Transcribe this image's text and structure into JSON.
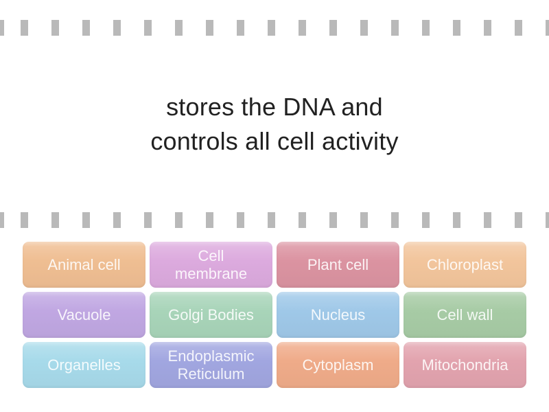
{
  "question": {
    "full_text": "stores the DNA and controls all cell activity",
    "line1": "stores the DNA and",
    "line2": "controls all cell activity",
    "text_color": "#212121"
  },
  "film_strip": {
    "hole_color": "#b9b9b9"
  },
  "answers": {
    "tiles": [
      {
        "label": "Animal cell",
        "lines": [
          "Animal cell"
        ],
        "color": "#efbe92"
      },
      {
        "label": "Cell membrane",
        "lines": [
          "Cell",
          "membrane"
        ],
        "color": "#dcaade"
      },
      {
        "label": "Plant cell",
        "lines": [
          "Plant cell"
        ],
        "color": "#db93a1"
      },
      {
        "label": "Chloroplast",
        "lines": [
          "Chloroplast"
        ],
        "color": "#f2c59c"
      },
      {
        "label": "Vacuole",
        "lines": [
          "Vacuole"
        ],
        "color": "#c0a7e2"
      },
      {
        "label": "Golgi Bodies",
        "lines": [
          "Golgi Bodies"
        ],
        "color": "#a8d4b9"
      },
      {
        "label": "Nucleus",
        "lines": [
          "Nucleus"
        ],
        "color": "#9fc8e8"
      },
      {
        "label": "Cell wall",
        "lines": [
          "Cell wall"
        ],
        "color": "#a7cba5"
      },
      {
        "label": "Organelles",
        "lines": [
          "Organelles"
        ],
        "color": "#a7daea"
      },
      {
        "label": "Endoplasmic Reticulum",
        "lines": [
          "Endoplasmic",
          "Reticulum"
        ],
        "color": "#a1a6e0"
      },
      {
        "label": "Cytoplasm",
        "lines": [
          "Cytoplasm"
        ],
        "color": "#efab89"
      },
      {
        "label": "Mitochondria",
        "lines": [
          "Mitochondria"
        ],
        "color": "#e2a3ae"
      }
    ]
  }
}
